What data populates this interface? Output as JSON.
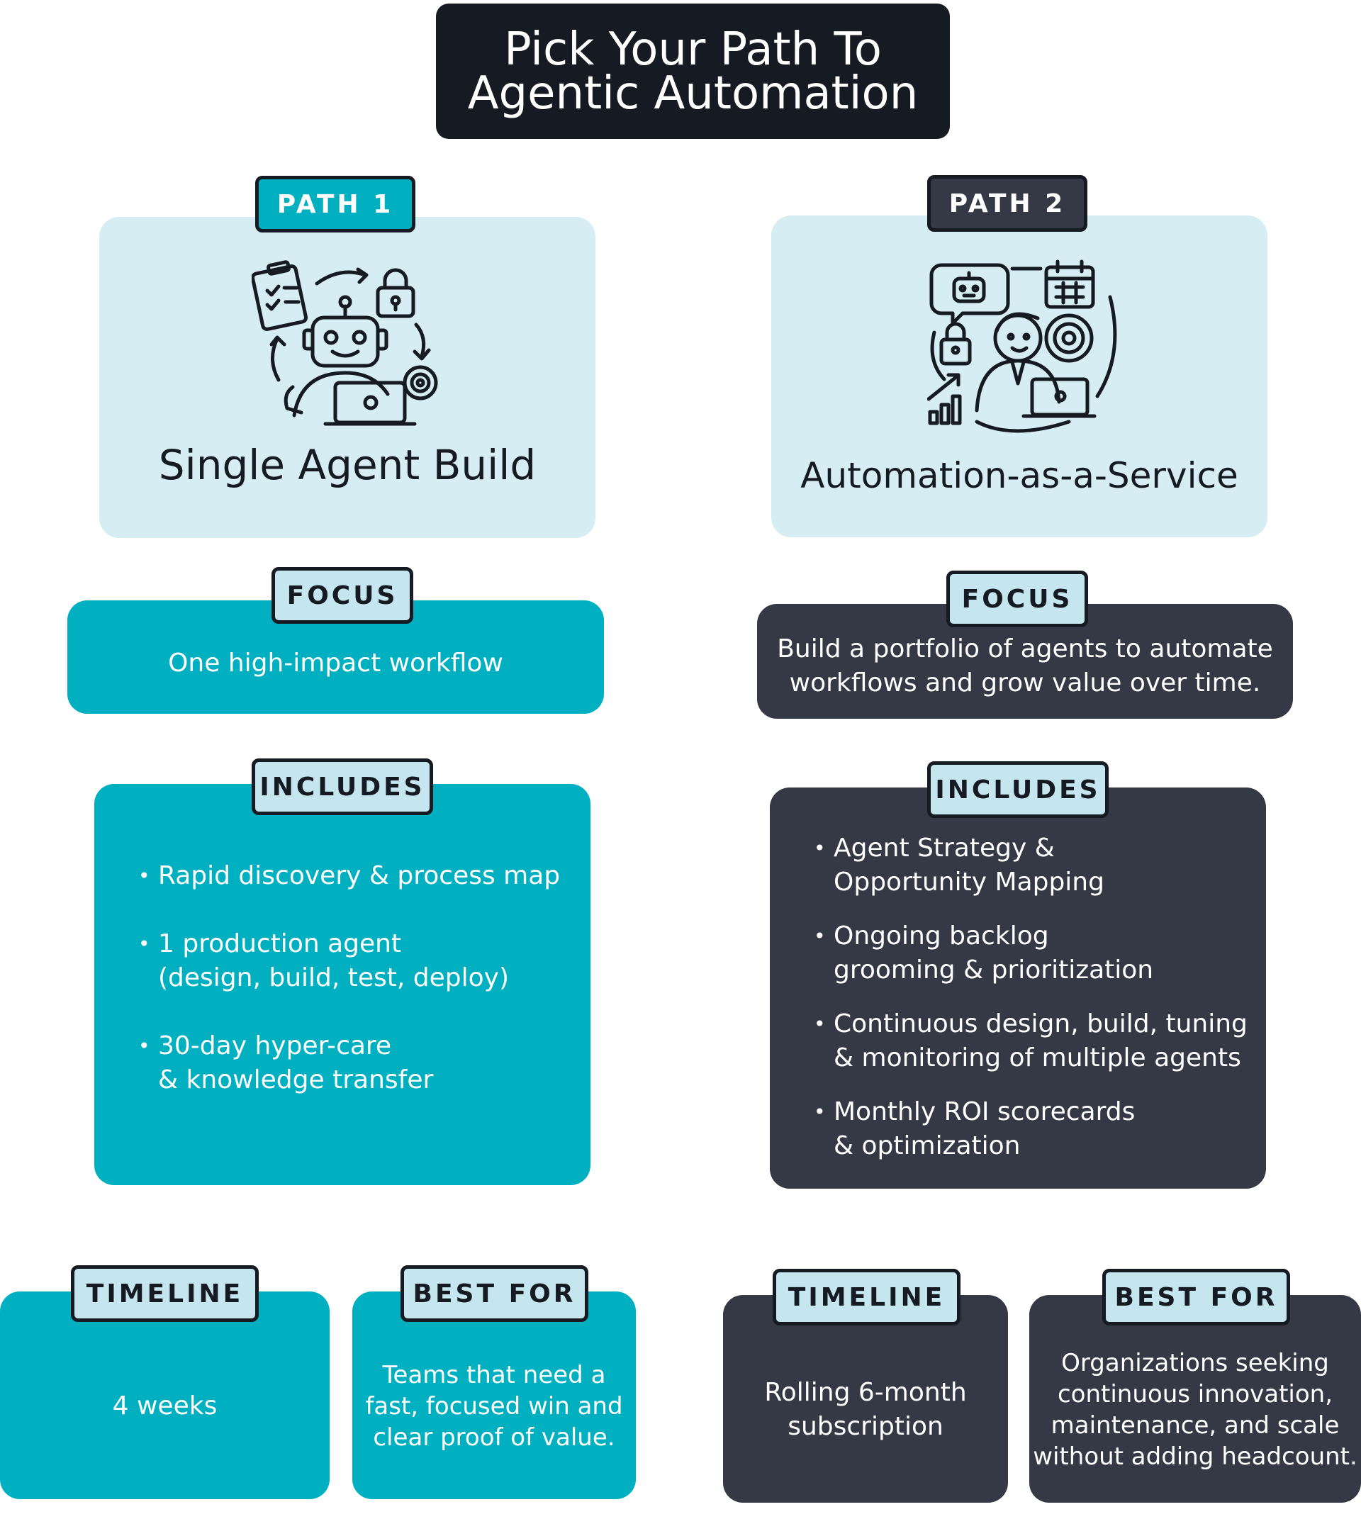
{
  "title": {
    "line1": "Pick Your Path To",
    "line2": "Agentic Automation"
  },
  "path1": {
    "badge": "PATH 1",
    "name": "Single Agent Build",
    "illustration_icon": "robot-workflow-icon",
    "focus_label": "FOCUS",
    "focus_text": "One high-impact workflow",
    "includes_label": "INCLUDES",
    "includes": [
      {
        "line1": "Rapid discovery & process map",
        "line2": ""
      },
      {
        "line1": "1 production agent",
        "line2": "(design, build, test, deploy)"
      },
      {
        "line1": "30-day hyper-care",
        "line2": "& knowledge transfer"
      }
    ],
    "timeline_label": "TIMELINE",
    "timeline_text": "4 weeks",
    "bestfor_label": "BEST FOR",
    "bestfor_lines": [
      "Teams that need a",
      "fast, focused win and",
      "clear proof of value."
    ]
  },
  "path2": {
    "badge": "PATH 2",
    "name": "Automation-as-a-Service",
    "illustration_icon": "person-robot-service-icon",
    "focus_label": "FOCUS",
    "focus_lines": [
      "Build a portfolio of agents to automate",
      "workflows and grow value over time."
    ],
    "includes_label": "INCLUDES",
    "includes": [
      {
        "line1": "Agent Strategy &",
        "line2": "Opportunity Mapping"
      },
      {
        "line1": "Ongoing backlog",
        "line2": "grooming & prioritization"
      },
      {
        "line1": "Continuous design, build, tuning",
        "line2": "& monitoring of multiple agents"
      },
      {
        "line1": "Monthly ROI scorecards",
        "line2": "& optimization"
      }
    ],
    "timeline_label": "TIMELINE",
    "timeline_lines": [
      "Rolling 6-month",
      "subscription"
    ],
    "bestfor_label": "BEST FOR",
    "bestfor_lines": [
      "Organizations seeking",
      "continuous innovation,",
      "maintenance, and scale",
      "without adding headcount."
    ]
  },
  "colors": {
    "teal": "#00b0c0",
    "dark": "#353945",
    "light": "#d6edf3",
    "pill_light": "#c5e6ee",
    "ink": "#161a22"
  }
}
